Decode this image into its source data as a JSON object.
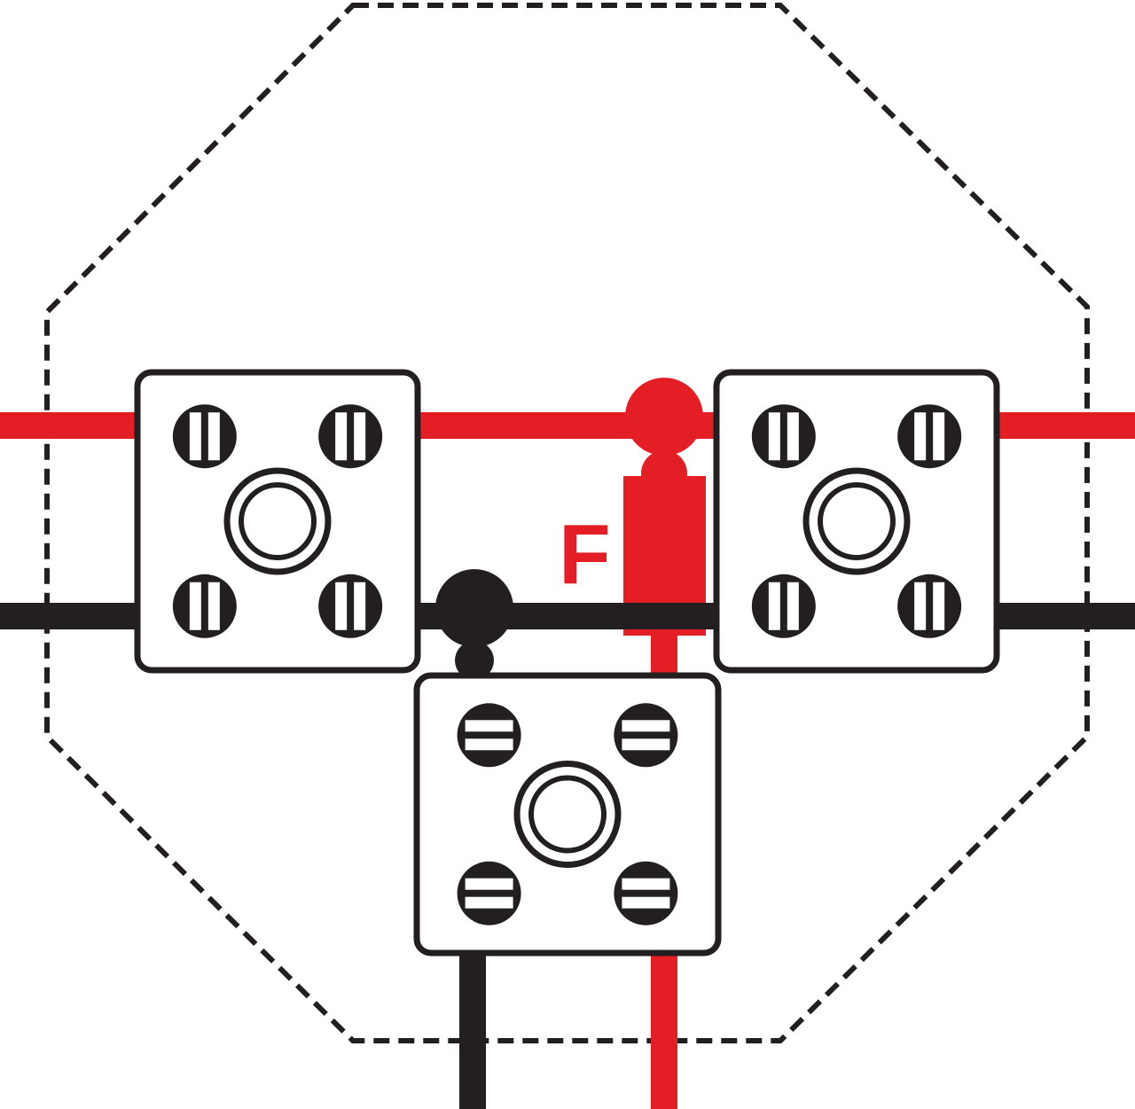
{
  "colors": {
    "background": "#ffffff",
    "outline": "#231f20",
    "live": "#e31e24",
    "neutral": "#231f20"
  },
  "labels": {
    "fuse": "F"
  },
  "connectors": [
    {
      "name": "connector-left",
      "icon": "terminal-block-icon",
      "screw_slot": "vertical"
    },
    {
      "name": "connector-right",
      "icon": "terminal-block-icon",
      "screw_slot": "vertical"
    },
    {
      "name": "connector-bottom",
      "icon": "terminal-block-icon",
      "screw_slot": "horizontal"
    }
  ],
  "icons": {
    "screw": "screw-icon",
    "mount_hole": "mounting-hole-icon",
    "fuse": "fuse-icon",
    "junction": "junction-dot-icon"
  }
}
